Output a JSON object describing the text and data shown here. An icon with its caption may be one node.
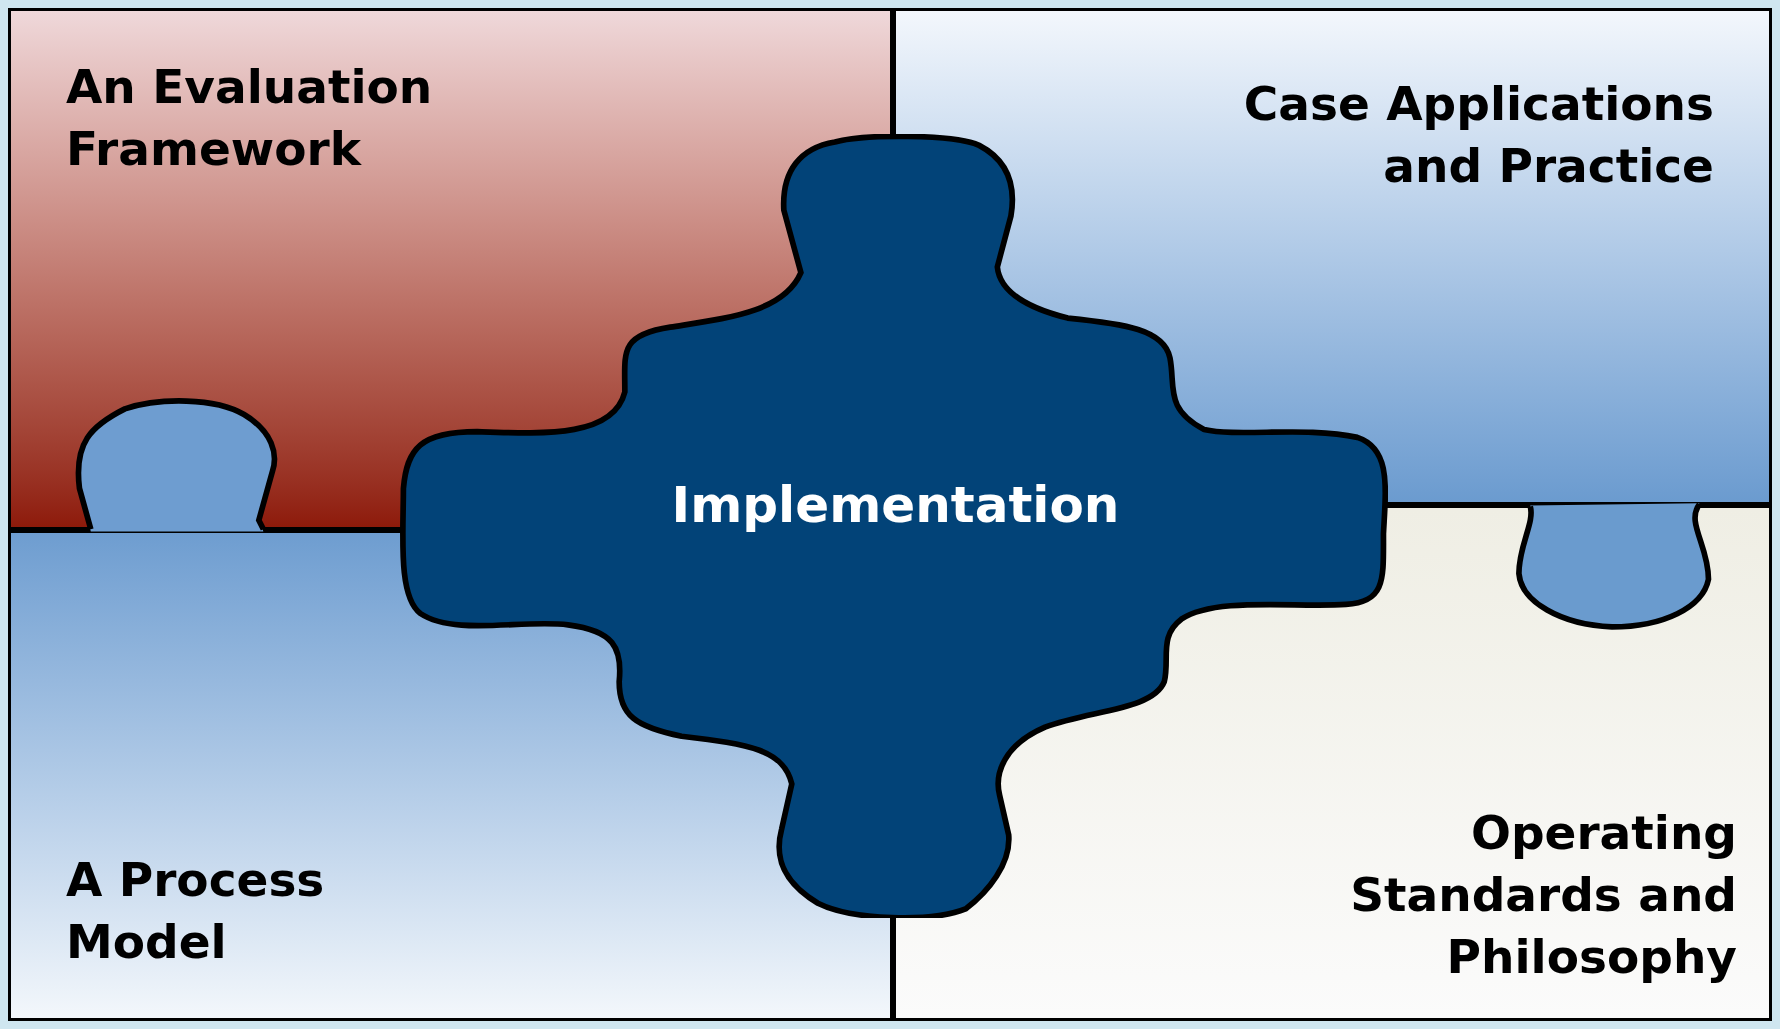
{
  "diagram": {
    "nodes": [
      {
        "text": [
          "An Evaluation Framework"
        ]
      },
      {
        "text": [
          "Case Applications and Practice"
        ]
      },
      {
        "text": [
          "A Process Model"
        ]
      },
      {
        "text": [
          "Operating Standards and Philosophy"
        ]
      },
      {
        "text": [
          "Implementation"
        ]
      }
    ]
  }
}
